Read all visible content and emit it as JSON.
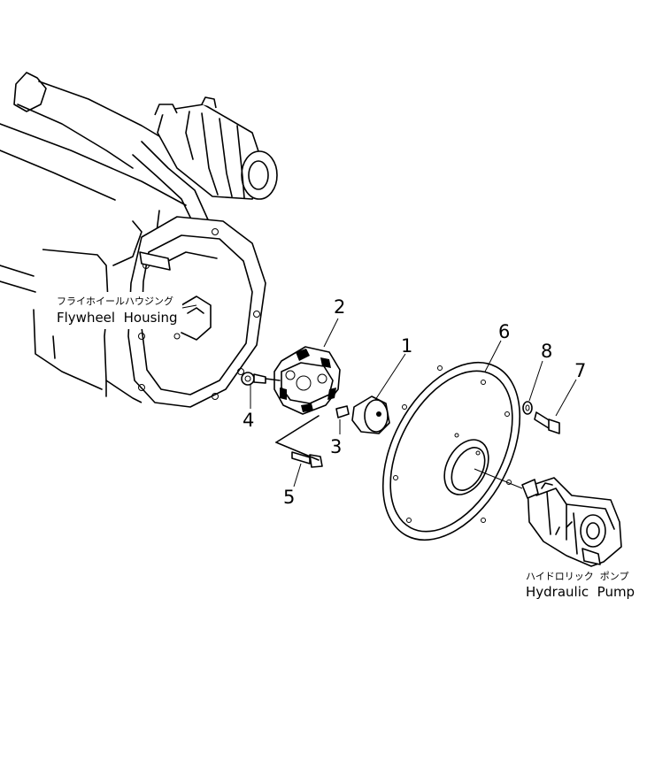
{
  "callouts": {
    "c1": "1",
    "c2": "2",
    "c3": "3",
    "c4": "4",
    "c5": "5",
    "c6": "6",
    "c7": "7",
    "c8": "8"
  },
  "labels": {
    "flywheel_housing_jp": "フライホイールハウジング",
    "flywheel_housing_en": "Flywheel  Housing",
    "hydraulic_pump_jp": "ハイドロリック  ポンプ",
    "hydraulic_pump_en": "Hydraulic  Pump"
  },
  "parts": [
    {
      "no": "1",
      "icon": "coupling-hub-icon"
    },
    {
      "no": "2",
      "icon": "flexible-coupling-icon"
    },
    {
      "no": "3",
      "icon": "set-screw-icon"
    },
    {
      "no": "4",
      "icon": "bolt-with-washer-icon"
    },
    {
      "no": "5",
      "icon": "bolt-icon"
    },
    {
      "no": "6",
      "icon": "mounting-plate-icon"
    },
    {
      "no": "7",
      "icon": "bolt-icon"
    },
    {
      "no": "8",
      "icon": "washer-icon"
    }
  ]
}
